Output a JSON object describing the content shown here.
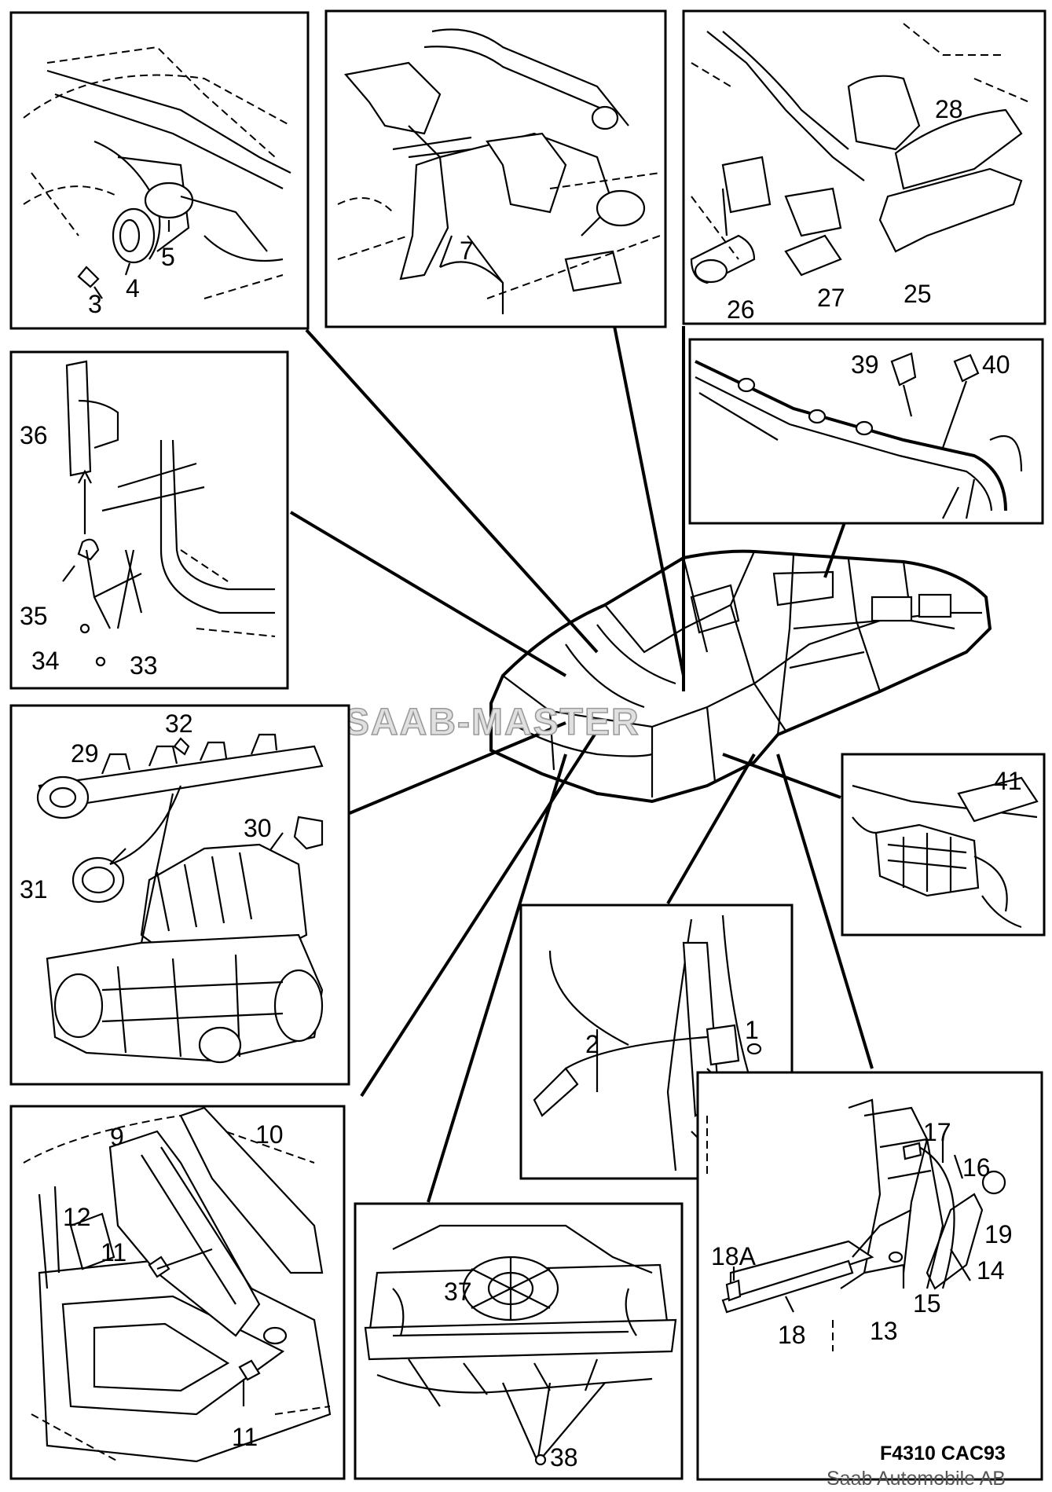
{
  "watermark": "SAAB-MASTER",
  "reference_code": "F4310 CAC93",
  "credit": "Saab Automobile AB",
  "panels": {
    "top_left": {
      "labels": [
        "3",
        "4",
        "5"
      ]
    },
    "top_mid": {
      "labels": [
        "7"
      ]
    },
    "top_right": {
      "labels": [
        "28",
        "26",
        "27",
        "25"
      ]
    },
    "roof": {
      "labels": [
        "39",
        "40"
      ]
    },
    "pillar_left": {
      "labels": [
        "36",
        "35",
        "34",
        "33"
      ]
    },
    "engine": {
      "labels": [
        "29",
        "32",
        "30",
        "31"
      ]
    },
    "trunk_right": {
      "labels": [
        "41"
      ]
    },
    "door": {
      "labels": [
        "1",
        "2"
      ]
    },
    "floor_left": {
      "labels": [
        "9",
        "10",
        "12",
        "11",
        "11"
      ]
    },
    "front_bottom": {
      "labels": [
        "37",
        "38"
      ]
    },
    "sill": {
      "labels": [
        "17",
        "16",
        "19",
        "18A",
        "14",
        "15",
        "13",
        "18"
      ]
    }
  }
}
